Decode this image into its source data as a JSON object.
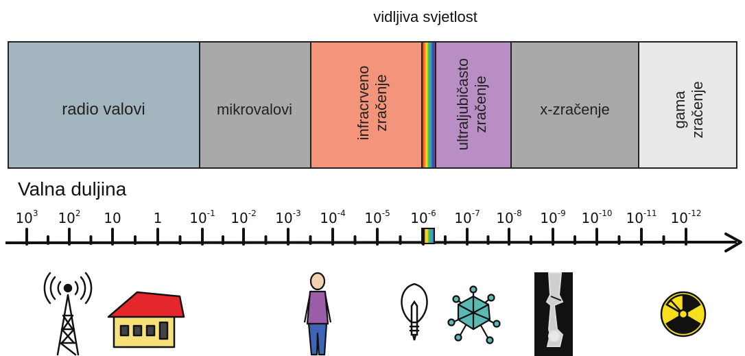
{
  "visible_light_label": "vidljiva svjetlost",
  "bands": [
    {
      "id": "radio",
      "label": "radio valovi",
      "color": "#a3b5be"
    },
    {
      "id": "micro",
      "label": "mikrovalovi",
      "color": "#a9a9a9"
    },
    {
      "id": "infrared",
      "label": "infracrveno\nzračenje",
      "color": "#f4947a"
    },
    {
      "id": "visible",
      "label": "",
      "color": "rainbow"
    },
    {
      "id": "ultraviolet",
      "label": "ultraljubičasto\nzračenje",
      "color": "#b88ec4"
    },
    {
      "id": "xray",
      "label": "x-zračenje",
      "color": "#a9a9a9"
    },
    {
      "id": "gamma",
      "label": "gama\nzračenje",
      "color": "#e8e8e8"
    }
  ],
  "axis": {
    "title": "Valna duljina",
    "ticks": [
      {
        "base": "10",
        "exp": "3"
      },
      {
        "base": "10",
        "exp": "2"
      },
      {
        "base": "10",
        "exp": ""
      },
      {
        "base": "1",
        "exp": ""
      },
      {
        "base": "10",
        "exp": "-1"
      },
      {
        "base": "10",
        "exp": "-2"
      },
      {
        "base": "10",
        "exp": "-3"
      },
      {
        "base": "10",
        "exp": "-4"
      },
      {
        "base": "10",
        "exp": "-5"
      },
      {
        "base": "10",
        "exp": "-6"
      },
      {
        "base": "10",
        "exp": "-7"
      },
      {
        "base": "10",
        "exp": "-8"
      },
      {
        "base": "10",
        "exp": "-9"
      },
      {
        "base": "10",
        "exp": "-10"
      },
      {
        "base": "10",
        "exp": "-11"
      },
      {
        "base": "10",
        "exp": "-12"
      }
    ]
  },
  "illustrations": [
    {
      "name": "radio-tower-icon"
    },
    {
      "name": "house-icon"
    },
    {
      "name": "person-icon"
    },
    {
      "name": "light-bulb-icon"
    },
    {
      "name": "virus-icon"
    },
    {
      "name": "xray-bone-icon"
    },
    {
      "name": "radiation-symbol-icon"
    }
  ]
}
